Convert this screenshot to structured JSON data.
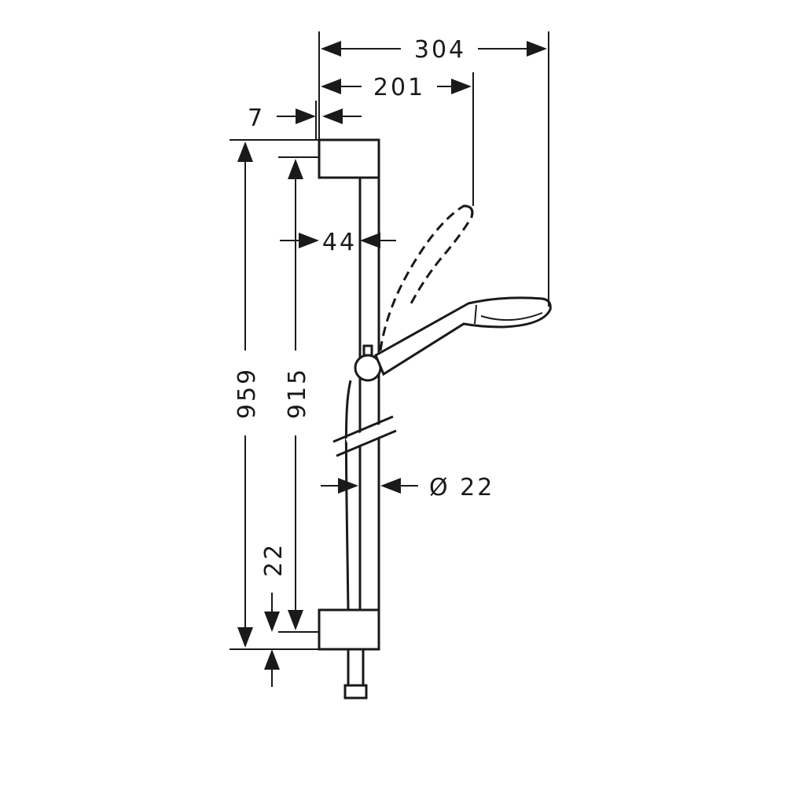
{
  "dimensions": {
    "total_reach": "304",
    "handshower_reach": "201",
    "wall_offset": "7",
    "clearance": "44",
    "total_height": "959",
    "bar_length": "915",
    "bracket_height": "22",
    "rail_diameter": "Ø 22"
  },
  "colors": {
    "ink": "#1a1a1a",
    "background": "#ffffff"
  }
}
